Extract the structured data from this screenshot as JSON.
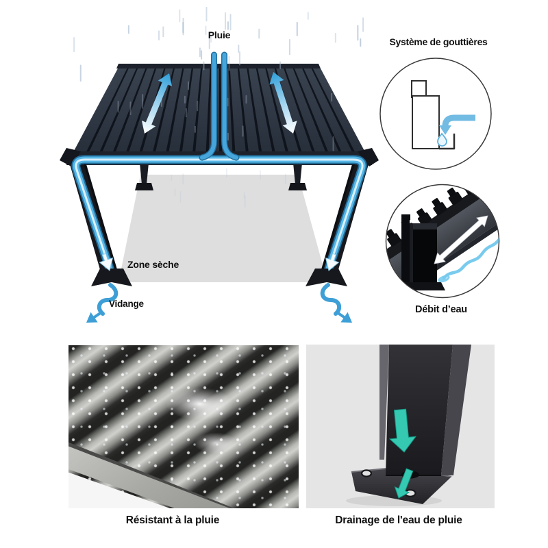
{
  "diagram": {
    "pluie_label": "Pluie",
    "zone_seche_label": "Zone sèche",
    "vidange_label": "Vidange"
  },
  "gutter_detail": {
    "title": "Système de gouttières"
  },
  "flow_detail": {
    "caption": "Débit d’eau"
  },
  "bottom_photos": {
    "left_caption": "Résistant à la pluie",
    "right_caption": "Drainage de l'eau de pluie"
  },
  "colors": {
    "water_blue": "#4FB0E2",
    "water_blue_deep": "#23709E",
    "water_core": "#DCF1FC",
    "pipe_blue": "#46A6DC",
    "roof_dark": "#2A3240",
    "structure_black": "#17191E",
    "dry_zone_gray": "#DCDCDC",
    "teal_arrow": "#36C9B2",
    "photo_bg_gray": "#E5E5E5",
    "text_color": "#101010"
  },
  "icons": {
    "roof_flow_arrow": "double-headed-gradient-arrow",
    "drain_arrow": "s-curve-arrow",
    "gutter_spout_arrow": "curved-down-arrow",
    "water_drop": "droplet",
    "post_drain_arrow": "down-arrow",
    "gutter_channel_arrow": "double-headed-white-arrow"
  }
}
